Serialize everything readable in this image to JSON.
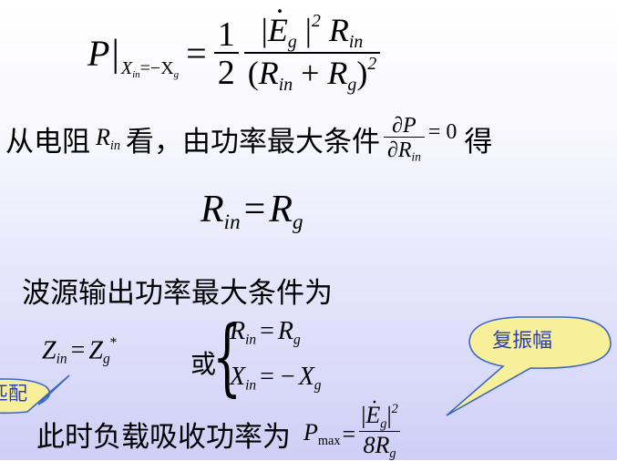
{
  "formula_P": {
    "lhs": "P",
    "cond_sub_a": "X",
    "cond_sub_a_sub": "in",
    "cond_eq": "=−X",
    "cond_sub_b_sub": "g",
    "eq": "=",
    "half_num": "1",
    "half_den": "2",
    "num_E": "|E",
    "num_E_sub": "g",
    "num_abs_close": "|",
    "num_sq": "2",
    "num_R": "R",
    "num_R_sub": "in",
    "den_open": "(R",
    "den_R_sub": "in",
    "den_plus": " + R",
    "den_g_sub": "g",
    "den_close": ")",
    "den_sq": "2"
  },
  "line1": {
    "text_a": "从电阻",
    "R": "R",
    "R_sub": "in",
    "text_b": "看，由功率最大条件",
    "deriv_num": "∂P",
    "deriv_den": "∂R",
    "deriv_den_sub": "in",
    "eq_zero": "= 0",
    "text_c": "得"
  },
  "formula_R": {
    "lhs": "R",
    "lhs_sub": "in",
    "eq": " = R",
    "rhs_sub": "g"
  },
  "line2": {
    "text": "波源输出功率最大条件为"
  },
  "condition": {
    "Z": "Z",
    "Z_sub": "in",
    "eq": "= Z",
    "Z2_sub": "g",
    "star": "*",
    "or": "或",
    "r1_lhs": "R",
    "r1_lhs_sub": "in",
    "r1_eq": " = R",
    "r1_rhs_sub": "g",
    "r2_lhs": "X",
    "r2_lhs_sub": "in",
    "r2_eq": " = −X",
    "r2_rhs_sub": "g"
  },
  "line3": {
    "text": "此时负载吸收功率为",
    "P": "P",
    "P_sub": "max",
    "eq": "=",
    "num": "|E",
    "num_sub": "g",
    "num_close": "|",
    "num_sq": "2",
    "den": "8R",
    "den_sub": "g"
  },
  "callout_right": {
    "text": "复振幅",
    "fill": "#f7ef9a",
    "stroke": "#3c68c4"
  },
  "callout_left": {
    "text": "匹配",
    "fill": "#f7ef9a",
    "stroke": "#3c68c4"
  }
}
